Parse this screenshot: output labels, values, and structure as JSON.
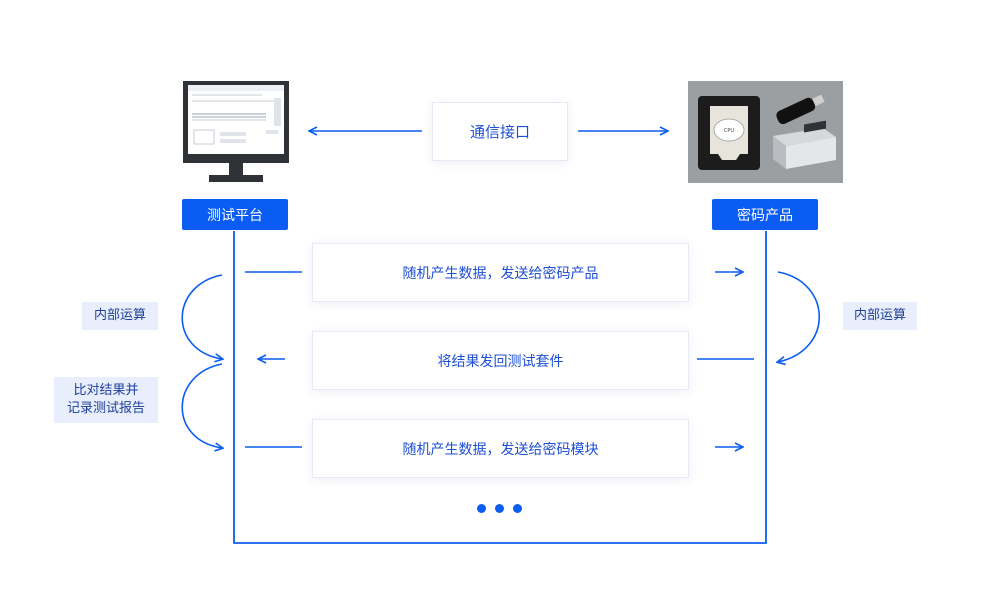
{
  "comm_interface": "通信接口",
  "test_platform_label": "测试平台",
  "crypto_product_label": "密码产品",
  "steps": [
    "随机产生数据，发送给密码产品",
    "将结果发回测试套件",
    "随机产生数据，发送给密码模块"
  ],
  "left_notes": [
    "内部运算",
    "比对结果并\n记录测试报告"
  ],
  "right_note": "内部运算",
  "device_chip_label": "CPU",
  "colors": {
    "accent": "#0b5cf2",
    "card_text": "#1d4fd8",
    "note_bg": "#e8eefc"
  }
}
